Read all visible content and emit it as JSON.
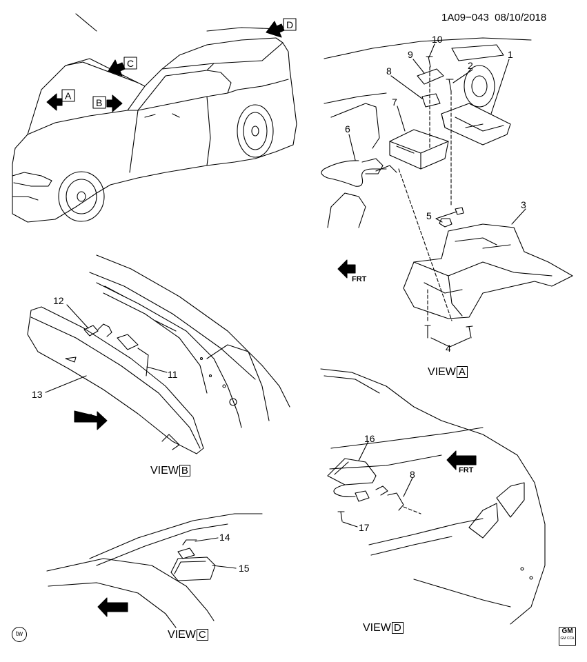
{
  "header": {
    "code": "1A09−043",
    "date": "08/10/2018"
  },
  "view_keys": [
    "A",
    "B",
    "C",
    "D"
  ],
  "view_prefix": "VIEW",
  "views": {
    "A": {
      "label": "VIEW",
      "key": "A"
    },
    "B": {
      "label": "VIEW",
      "key": "B"
    },
    "C": {
      "label": "VIEW",
      "key": "C"
    },
    "D": {
      "label": "VIEW",
      "key": "D"
    }
  },
  "front_marker": "FRT",
  "callouts": {
    "c1": "1",
    "c2": "2",
    "c3": "3",
    "c4": "4",
    "c5": "5",
    "c6": "6",
    "c7": "7",
    "c8a": "8",
    "c9": "9",
    "c10": "10",
    "c11": "11",
    "c12": "12",
    "c13": "13",
    "c14": "14",
    "c15": "15",
    "c16": "16",
    "c8b": "8",
    "c17": "17"
  },
  "footer": {
    "tw_logo": "tw",
    "gm_logo": "GM",
    "gm_sub": "GM CCA"
  }
}
